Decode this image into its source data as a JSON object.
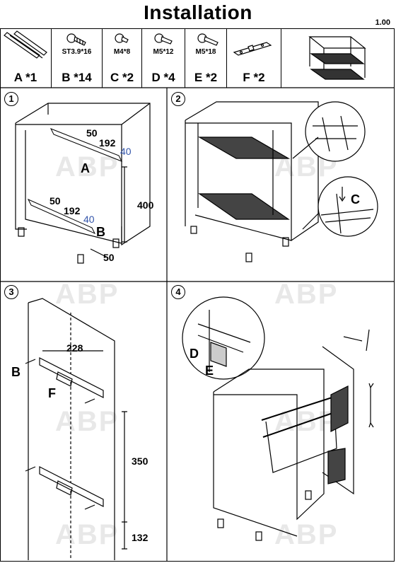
{
  "title": "Installation",
  "version": "1.00",
  "parts": [
    {
      "label": "A *1",
      "spec": ""
    },
    {
      "label": "B *14",
      "spec": "ST3.9*16"
    },
    {
      "label": "C *2",
      "spec": "M4*8"
    },
    {
      "label": "D *4",
      "spec": "M5*12"
    },
    {
      "label": "E *2",
      "spec": "M5*18"
    },
    {
      "label": "F *2",
      "spec": ""
    }
  ],
  "steps": [
    "1",
    "2",
    "3",
    "4"
  ],
  "watermark": "ABP",
  "step1": {
    "d1": "50",
    "d2": "192",
    "d3": "40",
    "d4": "50",
    "d5": "192",
    "d6": "40",
    "height": "400",
    "bottom": "50",
    "partA": "A",
    "partB": "B"
  },
  "step2": {
    "partC": "C"
  },
  "step3": {
    "width": "228",
    "h1": "350",
    "h2": "132",
    "partB": "B",
    "partF": "F"
  },
  "step4": {
    "partD": "D",
    "partE": "E"
  }
}
